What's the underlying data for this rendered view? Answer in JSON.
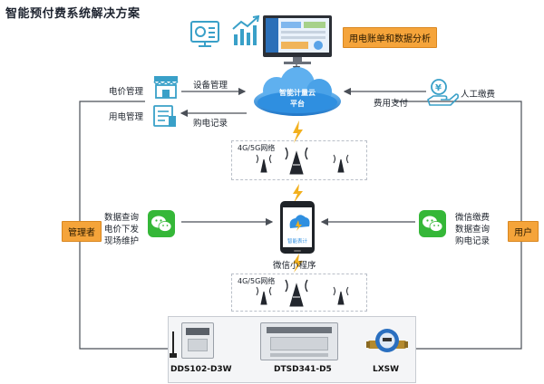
{
  "title": "智能预付费系统解决方案",
  "top_box": "用电账单和数据分析",
  "cloud_label_1": "智能计量云",
  "cloud_label_2": "平台",
  "left_items": [
    "电价管理",
    "用电管理"
  ],
  "arrow_labels": {
    "device_mgmt": "设备管理",
    "purchase_record": "购电记录",
    "fee_payment": "费用支付"
  },
  "manual_pay": "人工缴费",
  "network_label": "4G/5G网络",
  "network_label_2": "4G/5G网络",
  "admin": "管理者",
  "user": "用户",
  "admin_functions": [
    "数据查询",
    "电价下发",
    "现场维护"
  ],
  "user_functions": [
    "微信缴费",
    "数据查询",
    "购电记录"
  ],
  "phone_screen_text": "智能表计",
  "mini_program": "微信小程序",
  "devices": [
    "DDS102-D3W",
    "DTSD341-D5",
    "LXSW"
  ],
  "colors": {
    "accent_orange": "#f5a43a",
    "cloud_blue": "#2f8fe0",
    "wechat_green": "#35b738",
    "line_gray": "#4a4f57",
    "lightning": "#f2b01e"
  }
}
